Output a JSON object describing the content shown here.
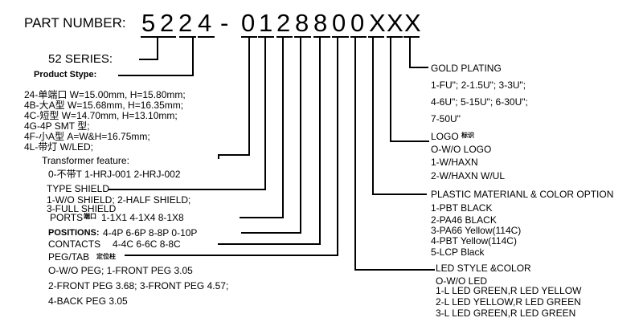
{
  "header": {
    "label": "PART NUMBER:",
    "chars": [
      "5",
      "2",
      "2",
      "4",
      "-",
      "0",
      "1",
      "2",
      "8",
      "8",
      "0",
      "0",
      "X",
      "X",
      "X"
    ]
  },
  "series": {
    "label": "52 SERIES:",
    "sub": "Product Stype:"
  },
  "product_types": [
    "24-单端口 W=15.00mm, H=15.80mm;",
    "4B-大A型 W=15.68mm, H=16.35mm;",
    "4C-短型 W=14.70mm, H=13.10mm;",
    "4G-4P  SMT 型;",
    "4F-小A型  A=W&H=16.75mm;",
    "4L-带灯 W/LED;"
  ],
  "transformer": {
    "title": "Transformer feature:",
    "options": "0-不带T  1-HRJ-001  2-HRJ-002"
  },
  "shield": {
    "title": "TYPE SHIELD",
    "line1": "1-W/O SHIELD; 2-HALF SHIELD;",
    "line2": "3-FULL SHIELD"
  },
  "ports": {
    "label": "PORTS",
    "tag": "端口",
    "values": "1-1X1  4-1X4  8-1X8"
  },
  "positions": {
    "label": "POSITIONS:",
    "values": "4-4P  6-6P  8-8P  0-10P"
  },
  "contacts": {
    "label": "CONTACTS",
    "values": "4-4C  6-6C  8-8C"
  },
  "peg": {
    "title": "PEG/TAB",
    "tag": "定位柱",
    "line1": "O-W/O PEG;  1-FRONT   PEG 3.05",
    "line2": "2-FRONT   PEG 3.68;  3-FRONT   PEG 4.57;",
    "line3": "4-BACK   PEG 3.05"
  },
  "gold_plating": {
    "title": "GOLD PLATING",
    "line1": "1-FU\"; 2-1.5U\"; 3-3U\";",
    "line2": "4-6U\"; 5-15U\"; 6-30U\";",
    "line3": "7-50U\""
  },
  "logo": {
    "title": "LOGO",
    "tag": "标识",
    "line1": "O-W/O LOGO",
    "line2": "1-W/HAXN",
    "line3": "2-W/HAXN W/UL"
  },
  "plastic": {
    "title": "PLASTIC MATERIANL & COLOR OPTION",
    "line1": "1-PBT BLACK",
    "line2": "2-PA46 BLACK",
    "line3": "3-PA66 Yellow(114C)",
    "line4": "4-PBT Yellow(114C)",
    "line5": "5-LCP Black"
  },
  "led": {
    "title": "LED STYLE &COLOR",
    "line1": "O-W/O LED",
    "line2": "1-L LED GREEN,R LED YELLOW",
    "line3": "2-L LED YELLOW,R LED GREEN",
    "line4": "3-L LED GREEN,R LED GREEN"
  }
}
